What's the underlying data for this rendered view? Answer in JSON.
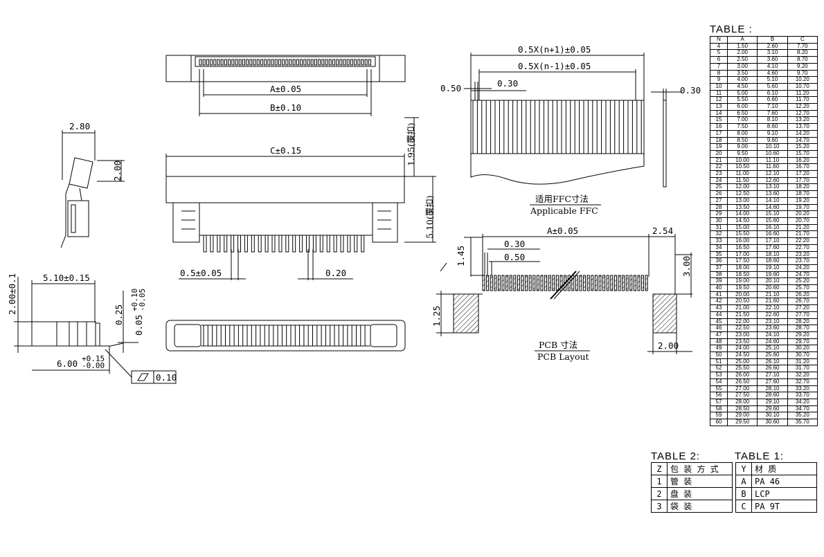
{
  "dims": {
    "n_plus_1": "0.5X(n+1)±0.05",
    "n_minus_1": "0.5X(n-1)±0.05",
    "w050": "0.50",
    "w030": "0.30",
    "w030b": "0.30",
    "a005": "A±0.05",
    "b010": "B±0.10",
    "c015": "C±0.15",
    "d280": "2.80",
    "d200": "2.00",
    "d195": "1.95(覆扣)",
    "d510v": "5.10(覆扣)",
    "pitch": "0.5±0.05",
    "d020": "0.20",
    "d510": "5.10±0.15",
    "d200b": "2.00±0.1",
    "d025": "0.25",
    "d005": "0.05",
    "d005tol_up": "+0.10",
    "d005tol_dn": "-0.05",
    "d600": "6.00",
    "d600tol_up": "+0.15",
    "d600tol_dn": "-0.00",
    "flatness": "0.10",
    "pcb_a": "A±0.05",
    "pcb_254": "2.54",
    "pcb_145": "1.45",
    "pcb_030": "0.30",
    "pcb_050": "0.50",
    "pcb_300": "3.00",
    "pcb_125": "1.25",
    "pcb_200": "2.00"
  },
  "labels": {
    "ffc_cn": "适用FFC寸法",
    "ffc_en": "Applicable FFC",
    "pcb_cn": "PCB  寸法",
    "pcb_en": "PCB Layout"
  },
  "table": {
    "title": "TABLE :",
    "headers": [
      "N",
      "A",
      "B",
      "C"
    ],
    "rows": [
      [
        "4",
        "1.50",
        "2.60",
        "7.70"
      ],
      [
        "5",
        "2.00",
        "3.10",
        "8.20"
      ],
      [
        "6",
        "2.50",
        "3.60",
        "8.70"
      ],
      [
        "7",
        "3.00",
        "4.10",
        "9.20"
      ],
      [
        "8",
        "3.50",
        "4.60",
        "9.70"
      ],
      [
        "9",
        "4.00",
        "5.10",
        "10.20"
      ],
      [
        "10",
        "4.50",
        "5.60",
        "10.70"
      ],
      [
        "11",
        "5.00",
        "6.10",
        "11.20"
      ],
      [
        "12",
        "5.50",
        "6.60",
        "11.70"
      ],
      [
        "13",
        "6.00",
        "7.10",
        "12.20"
      ],
      [
        "14",
        "6.50",
        "7.60",
        "12.70"
      ],
      [
        "15",
        "7.00",
        "8.10",
        "13.20"
      ],
      [
        "16",
        "7.50",
        "8.60",
        "13.70"
      ],
      [
        "17",
        "8.00",
        "9.10",
        "14.20"
      ],
      [
        "18",
        "8.50",
        "9.60",
        "14.70"
      ],
      [
        "19",
        "9.00",
        "10.10",
        "15.20"
      ],
      [
        "20",
        "9.50",
        "10.60",
        "15.70"
      ],
      [
        "21",
        "10.00",
        "11.10",
        "16.20"
      ],
      [
        "22",
        "10.50",
        "11.60",
        "16.70"
      ],
      [
        "23",
        "11.00",
        "12.10",
        "17.20"
      ],
      [
        "24",
        "11.50",
        "12.60",
        "17.70"
      ],
      [
        "25",
        "12.00",
        "13.10",
        "18.20"
      ],
      [
        "26",
        "12.50",
        "13.60",
        "18.70"
      ],
      [
        "27",
        "13.00",
        "14.10",
        "19.20"
      ],
      [
        "28",
        "13.50",
        "14.60",
        "19.70"
      ],
      [
        "29",
        "14.00",
        "15.10",
        "20.20"
      ],
      [
        "30",
        "14.50",
        "15.60",
        "20.70"
      ],
      [
        "31",
        "15.00",
        "16.10",
        "21.20"
      ],
      [
        "32",
        "15.50",
        "16.60",
        "21.70"
      ],
      [
        "33",
        "16.00",
        "17.10",
        "22.20"
      ],
      [
        "34",
        "16.50",
        "17.60",
        "22.70"
      ],
      [
        "35",
        "17.00",
        "18.10",
        "23.20"
      ],
      [
        "36",
        "17.50",
        "18.60",
        "23.70"
      ],
      [
        "37",
        "18.00",
        "19.10",
        "24.20"
      ],
      [
        "38",
        "18.50",
        "19.60",
        "24.70"
      ],
      [
        "39",
        "19.00",
        "20.10",
        "25.20"
      ],
      [
        "40",
        "19.50",
        "20.60",
        "25.70"
      ],
      [
        "41",
        "20.00",
        "21.10",
        "26.20"
      ],
      [
        "42",
        "20.50",
        "21.60",
        "26.70"
      ],
      [
        "43",
        "21.00",
        "22.10",
        "27.20"
      ],
      [
        "44",
        "21.50",
        "22.60",
        "27.70"
      ],
      [
        "45",
        "22.00",
        "23.10",
        "28.20"
      ],
      [
        "46",
        "22.50",
        "23.60",
        "28.70"
      ],
      [
        "47",
        "23.00",
        "24.10",
        "29.20"
      ],
      [
        "48",
        "23.50",
        "24.60",
        "29.70"
      ],
      [
        "49",
        "24.00",
        "25.10",
        "30.20"
      ],
      [
        "50",
        "24.50",
        "25.60",
        "30.70"
      ],
      [
        "51",
        "25.00",
        "26.10",
        "31.20"
      ],
      [
        "52",
        "25.50",
        "26.60",
        "31.70"
      ],
      [
        "53",
        "26.00",
        "27.10",
        "32.20"
      ],
      [
        "54",
        "26.50",
        "27.60",
        "32.70"
      ],
      [
        "55",
        "27.00",
        "28.10",
        "33.20"
      ],
      [
        "56",
        "27.50",
        "28.60",
        "33.70"
      ],
      [
        "57",
        "28.00",
        "29.10",
        "34.20"
      ],
      [
        "58",
        "28.50",
        "29.60",
        "34.70"
      ],
      [
        "59",
        "29.00",
        "30.10",
        "35.20"
      ],
      [
        "60",
        "29.50",
        "30.60",
        "35.70"
      ]
    ]
  },
  "table2": {
    "title": "TABLE 2:",
    "header": [
      "Z",
      "包 装 方 式"
    ],
    "rows": [
      [
        "1",
        "管  装"
      ],
      [
        "2",
        "盘  装"
      ],
      [
        "3",
        "袋  装"
      ]
    ]
  },
  "table1": {
    "title": "TABLE 1:",
    "header": [
      "Y",
      "材   质"
    ],
    "rows": [
      [
        "A",
        "PA 46"
      ],
      [
        "B",
        "LCP"
      ],
      [
        "C",
        "PA 9T"
      ]
    ]
  }
}
